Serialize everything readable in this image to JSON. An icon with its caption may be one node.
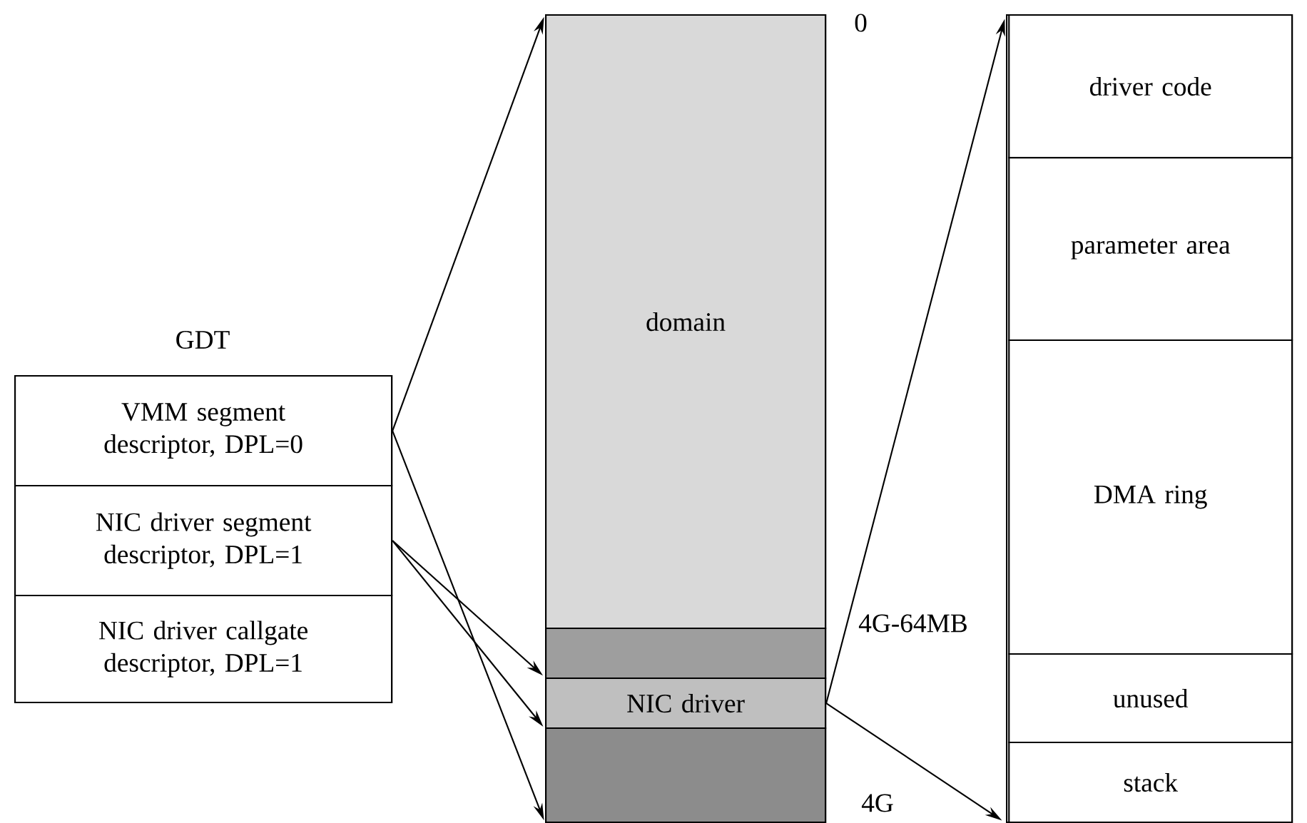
{
  "diagram": {
    "nodes": [
      {
        "text": [
          "GDT"
        ]
      },
      {
        "text": [
          "VMM segment descriptor, DPL=0"
        ],
        "in": 0
      },
      {
        "text": [
          "NIC driver segment descriptor, DPL=1"
        ],
        "in": 0
      },
      {
        "text": [
          "NIC driver callgate descriptor, DPL=1"
        ],
        "in": 0
      },
      {
        "text": [],
        "shape": "box"
      },
      {
        "text": [
          "domain"
        ],
        "in": 4
      },
      {
        "text": [],
        "shape": "box",
        "in": 4
      },
      {
        "text": [
          "NIC driver"
        ],
        "in": 4
      },
      {
        "text": [],
        "shape": "box",
        "in": 4
      },
      {
        "text": [],
        "shape": "box"
      },
      {
        "text": [
          "driver code"
        ],
        "in": 9
      },
      {
        "text": [
          "parameter area"
        ],
        "in": 9
      },
      {
        "text": [
          "DMA ring"
        ],
        "in": 9
      },
      {
        "text": [
          "unused"
        ],
        "in": 9
      },
      {
        "text": [
          "stack"
        ],
        "in": 9
      }
    ],
    "edges": [
      {
        "from": 1,
        "to": 4,
        "arrow": "to"
      },
      {
        "from": 1,
        "to": 4,
        "arrow": "to"
      },
      {
        "from": 2,
        "to": 7,
        "arrow": "to"
      },
      {
        "from": 2,
        "to": 7,
        "arrow": "to"
      },
      {
        "from": 7,
        "to": 9,
        "arrow": "to"
      },
      {
        "from": 7,
        "to": 9,
        "arrow": "to"
      }
    ],
    "labels": [
      "0",
      "4G-64MB",
      "4G"
    ]
  }
}
